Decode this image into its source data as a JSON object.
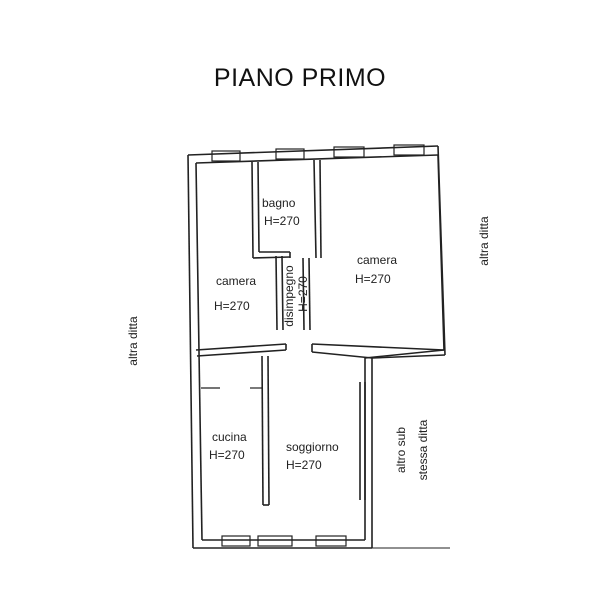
{
  "title": "PIANO PRIMO",
  "rooms": {
    "bagno": {
      "name": "bagno",
      "height": "H=270"
    },
    "camera_left": {
      "name": "camera",
      "height": "H=270"
    },
    "camera_right": {
      "name": "camera",
      "height": "H=270"
    },
    "disimpegno": {
      "name": "disimpegno",
      "height": "H=270"
    },
    "cucina": {
      "name": "cucina",
      "height": "H=270"
    },
    "soggiorno": {
      "name": "soggiorno",
      "height": "H=270"
    }
  },
  "neighbors": {
    "left": "altra ditta",
    "right": "altra ditta",
    "right_lower_1": "altro sub",
    "right_lower_2": "stessa ditta"
  },
  "colors": {
    "wall": "#222222",
    "background": "#ffffff"
  }
}
